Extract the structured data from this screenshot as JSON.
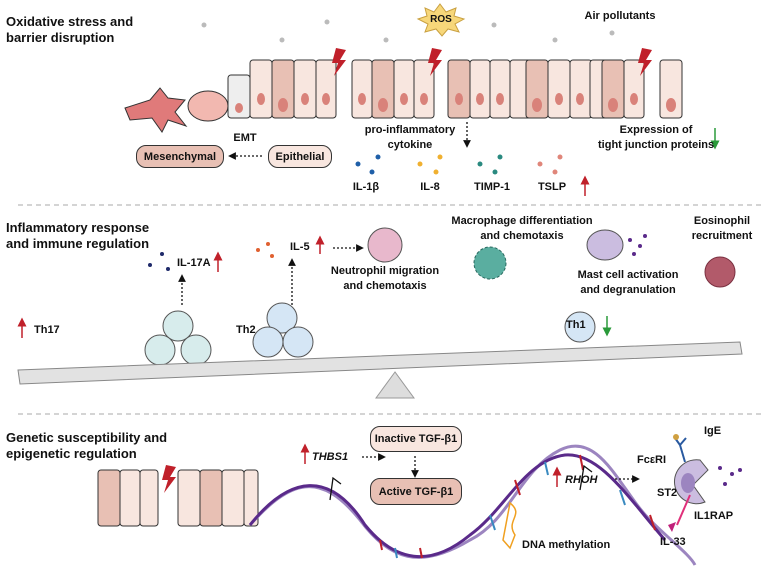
{
  "sections": {
    "oxidative": {
      "title_line1": "Oxidative stress and",
      "title_line2": "barrier disruption"
    },
    "inflammatory": {
      "title_line1": "Inflammatory response",
      "title_line2": "and immune regulation"
    },
    "genetic": {
      "title_line1": "Genetic susceptibility and",
      "title_line2": "epigenetic regulation"
    }
  },
  "top": {
    "ros": "ROS",
    "air_pollutants": "Air pollutants",
    "emt": "EMT",
    "mesenchymal": "Mesenchymal",
    "epithelial": "Epithelial",
    "cytokine_line1": "pro-inflammatory",
    "cytokine_line2": "cytokine",
    "tj_line1": "Expression of",
    "tj_line2": "tight junction proteins",
    "cytokines": [
      {
        "label": "IL-1β",
        "color": "#1f5fa8"
      },
      {
        "label": "IL-8",
        "color": "#f0b030"
      },
      {
        "label": "TIMP-1",
        "color": "#2a8a80"
      },
      {
        "label": "TSLP",
        "color": "#e0867a"
      }
    ]
  },
  "middle": {
    "il17a": "IL-17A",
    "il5": "IL-5",
    "neutrophil_line1": "Neutrophil migration",
    "neutrophil_line2": "and chemotaxis",
    "macrophage_line1": "Macrophage differentiation",
    "macrophage_line2": "and chemotaxis",
    "mast_line1": "Mast cell activation",
    "mast_line2": "and degranulation",
    "eos_line1": "Eosinophil",
    "eos_line2": "recruitment",
    "th17": "Th17",
    "th2": "Th2",
    "th1": "Th1"
  },
  "bottom": {
    "inactive": "Inactive TGF-β1",
    "active": "Active TGF-β1",
    "thbs1": "THBS1",
    "rhoh": "RHOH",
    "ige": "IgE",
    "fceri": "FcεRI",
    "st2": "ST2",
    "il1rap": "IL1RAP",
    "il33": "IL-33",
    "methylation": "DNA methylation"
  },
  "colors": {
    "up": "#c0202a",
    "down": "#2a9a3a",
    "cell": "#f8e6df",
    "cell_dark": "#e8c0b4",
    "nucleus": "#d9827a",
    "dna_dark": "#5a2a8a",
    "dna_light": "#9c85c0"
  }
}
